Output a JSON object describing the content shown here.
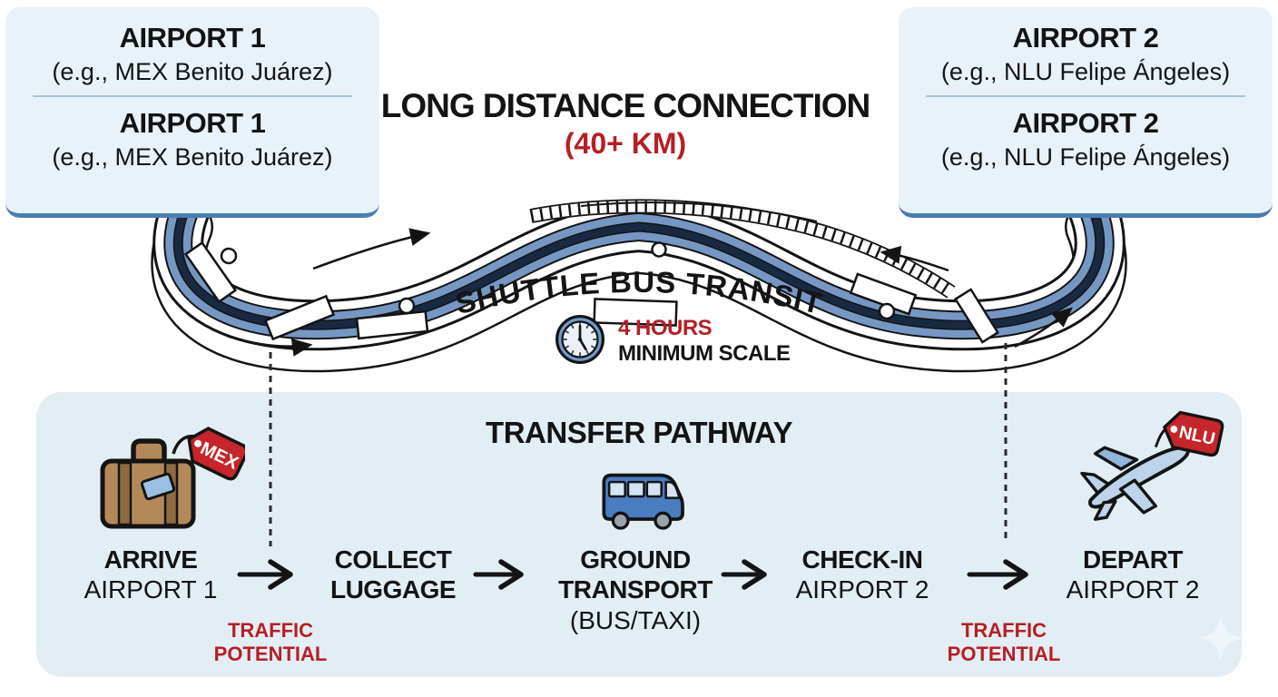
{
  "airports": {
    "left": {
      "rows": [
        {
          "name": "AIRPORT 1",
          "example": "(e.g., MEX Benito Juárez)"
        },
        {
          "name": "AIRPORT 1",
          "example": "(e.g., MEX Benito Juárez)"
        }
      ]
    },
    "right": {
      "rows": [
        {
          "name": "AIRPORT 2",
          "example": "(e.g., NLU Felipe Ángeles)"
        },
        {
          "name": "AIRPORT 2",
          "example": "(e.g., NLU Felipe Ángeles)"
        }
      ]
    }
  },
  "connection": {
    "title": "LONG DISTANCE CONNECTION",
    "distance": "(40+ KM)"
  },
  "transit": {
    "label": "SHUTTLE BUS TRANSIT",
    "duration": "4 HOURS",
    "scale": "MINIMUM SCALE"
  },
  "pathway": {
    "title": "TRANSFER PATHWAY",
    "steps": [
      {
        "line1": "ARRIVE",
        "line2": "AIRPORT 1"
      },
      {
        "line1": "COLLECT",
        "line2": "LUGGAGE"
      },
      {
        "line1": "GROUND",
        "line2": "TRANSPORT",
        "line3": "(BUS/TAXI)"
      },
      {
        "line1": "CHECK-IN",
        "line2": "AIRPORT 2"
      },
      {
        "line1": "DEPART",
        "line2": "AIRPORT 2"
      }
    ],
    "traffic": {
      "line1": "TRAFFIC",
      "line2": "POTENTIAL"
    },
    "luggage_tag": "MEX",
    "plane_tag": "NLU"
  },
  "colors": {
    "red_text": "#b51f24",
    "tag_red": "#c4262b",
    "box_bg": "#e9f2f9",
    "panel_bg": "#e3edf4",
    "blue_border": "#4b7db1",
    "road_blue": "#7597c4",
    "road_navy": "#182942"
  }
}
